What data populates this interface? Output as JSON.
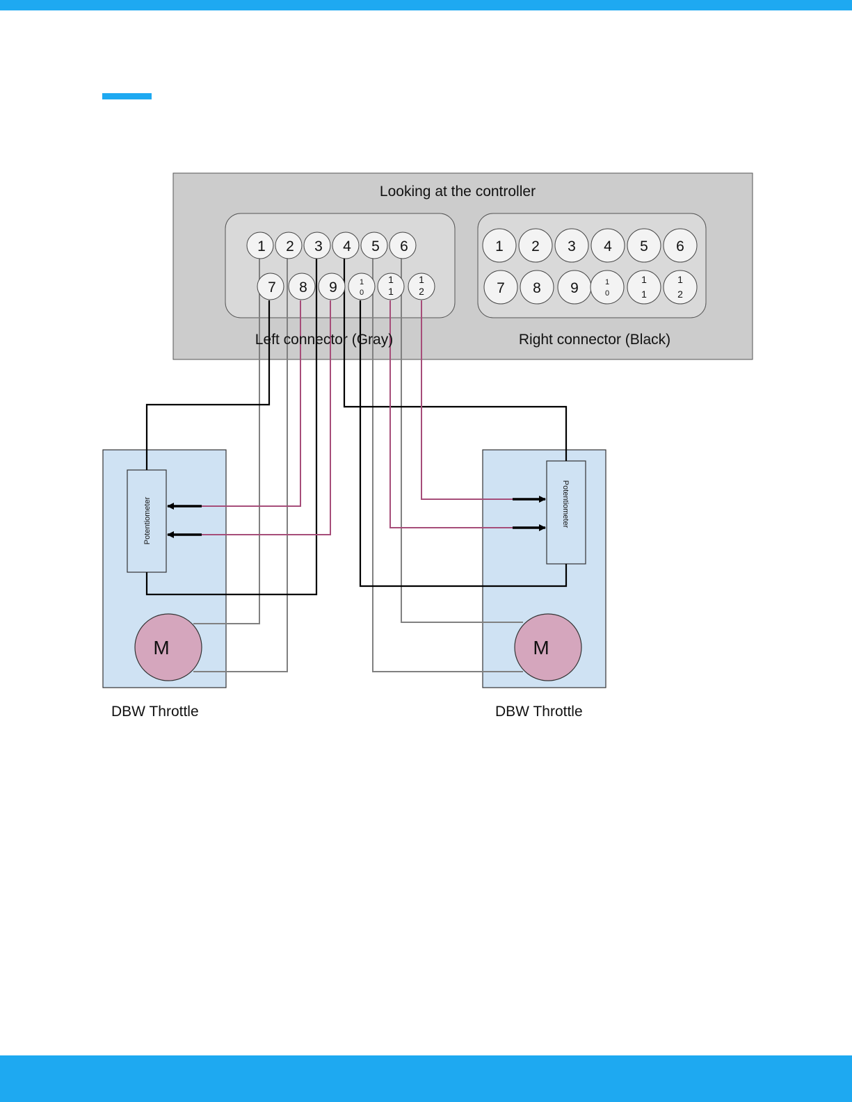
{
  "page": {
    "accent_color": "#1ea9f1"
  },
  "diagram": {
    "controller_title": "Looking at the controller",
    "left_connector_label": "Left connector (Gray)",
    "right_connector_label": "Right connector (Black)",
    "left_pins_row1": [
      "1",
      "2",
      "3",
      "4",
      "5",
      "6"
    ],
    "left_pins_row2": [
      {
        "top": "7",
        "bottom": ""
      },
      {
        "top": "8",
        "bottom": ""
      },
      {
        "top": "9",
        "bottom": ""
      },
      {
        "top": "1",
        "bottom": "0"
      },
      {
        "top": "1",
        "bottom": "1"
      },
      {
        "top": "1",
        "bottom": "2"
      }
    ],
    "right_pins_row1": [
      "1",
      "2",
      "3",
      "4",
      "5",
      "6"
    ],
    "right_pins_row2": [
      {
        "top": "7",
        "bottom": ""
      },
      {
        "top": "8",
        "bottom": ""
      },
      {
        "top": "9",
        "bottom": ""
      },
      {
        "top": "1",
        "bottom": "0"
      },
      {
        "top": "1",
        "bottom": "1"
      },
      {
        "top": "1",
        "bottom": "2"
      }
    ],
    "left_throttle": {
      "label": "DBW Throttle",
      "potentiometer_label": "Potentiometer",
      "motor_label": "M"
    },
    "right_throttle": {
      "label": "DBW Throttle",
      "potentiometer_label": "Potentiometer",
      "motor_label": "M"
    },
    "colors": {
      "controller_fill": "#cccccc",
      "connector_fill": "#d9d9d9",
      "throttle_fill": "#cfe2f3",
      "motor_fill": "#d5a6bd",
      "signal_wire": "#a64d79",
      "motor_wire": "#808080",
      "power_wire": "#000000"
    }
  }
}
